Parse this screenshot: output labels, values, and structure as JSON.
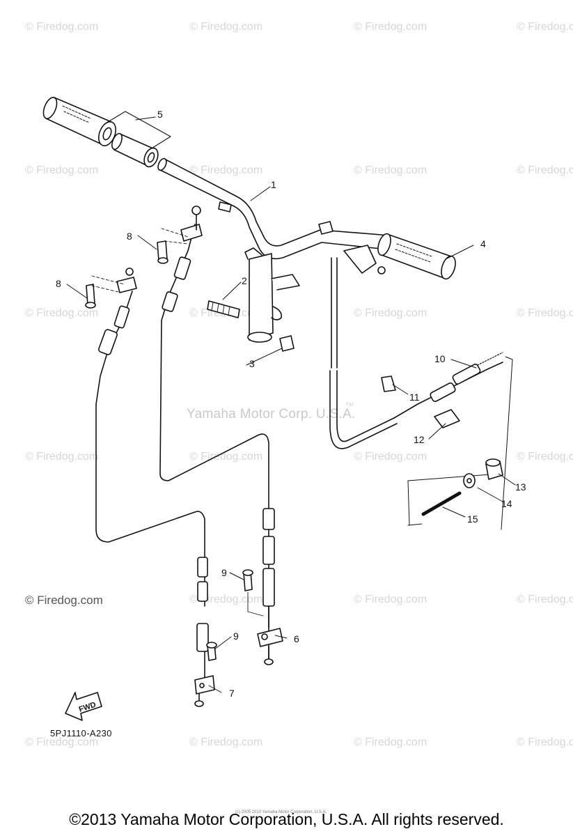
{
  "watermark": "© Firedog.com",
  "center_mark": "Yamaha Motor Corp. U.S.A.",
  "center_mark_tm": "TM",
  "diagram_code": "5PJ1110-A230",
  "fwd_label": "FWD",
  "fine_print": "(c) 2005 2010 Yamaha Motor Corporation, U.S.A.",
  "footer": "©2013 Yamaha Motor Corporation, U.S.A. All rights reserved.",
  "parts": {
    "p1": "1",
    "p2": "2",
    "p3": "3",
    "p4": "4",
    "p5": "5",
    "p6": "6",
    "p7": "7",
    "p8a": "8",
    "p8b": "8",
    "p9a": "9",
    "p9b": "9",
    "p10": "10",
    "p11": "11",
    "p12": "12",
    "p13": "13",
    "p14": "14",
    "p15": "15"
  }
}
